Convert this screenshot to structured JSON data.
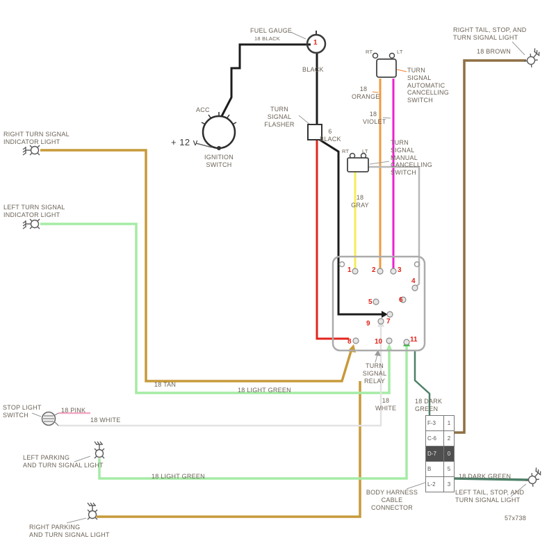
{
  "colors": {
    "black": "#1c1c1c",
    "red": "#e3241d",
    "yellow": "#f3ee55",
    "orange": "#f09a40",
    "violet": "#ee1fd3",
    "gray": "#b8b8b8",
    "brown": "#8f6f44",
    "tan": "#c79a3a",
    "light_green": "#a5eba5",
    "bright_green": "#46c24f",
    "dark_green": "#4d8068",
    "pink": "#f2a9c4",
    "white_wire": "#e2e2e2",
    "leader": "#9a9a9a",
    "leader_orange": "#f08030"
  },
  "labels": {
    "fuel_gauge": "FUEL GAUGE",
    "fuel_gauge_wire": "18 BLACK",
    "fuel_terminal": "1",
    "black_wire": "BLACK",
    "six_black": "6\nBLACK",
    "right_tail": "RIGHT TAIL, STOP, AND\nTURN SIGNAL LIGHT",
    "brown_wire": "18 BROWN",
    "auto_rt": "RT",
    "auto_lt": "LT",
    "auto_cancel": "TURN\nSIGNAL\nAUTOMATIC\nCANCELLING\nSWITCH",
    "orange_wire": "18\nORANGE",
    "violet_wire": "18\nVIOLET",
    "right_indicator": "RIGHT TURN SIGNAL\nINDICATOR LIGHT",
    "acc": "ACC",
    "plus12": "+ 12 v",
    "ignition": "IGNITION\nSWITCH",
    "flasher": "TURN SIGNAL\nFLASHER",
    "manual_rt": "RT",
    "manual_lt": "LT",
    "manual_cancel": "TURN\nSIGNAL\nMANUAL\nCANCELLING\nSWITCH",
    "gray_wire": "18\nGRAY",
    "left_indicator": "LEFT TURN SIGNAL\nINDICATOR LIGHT",
    "relay": "TURN\nSIGNAL\nRELAY",
    "tan_wire": "18 TAN",
    "light_green_mid": "18 LIGHT GREEN",
    "stop_switch": "STOP LIGHT\nSWITCH",
    "pink_wire": "18 PINK",
    "white_left": "18 WHITE",
    "white_mid": "18\nWHITE",
    "dark_green_top": "18 DARK\nGREEN",
    "left_parking": "LEFT PARKING\nAND TURN SIGNAL LIGHT",
    "light_green_bottom": "18 LIGHT GREEN",
    "dark_green_bottom": "18 DARK GREEN",
    "body_harness": "BODY HARNESS\nCABLE CONNECTOR",
    "left_tail": "LEFT TAIL, STOP, AND\nTURN SIGNAL LIGHT",
    "right_parking": "RIGHT PARKING\nAND TURN SIGNAL LIGHT",
    "figure_code": "57x738"
  },
  "relay": {
    "terminals": [
      "1",
      "2",
      "3",
      "4",
      "5",
      "6",
      "7",
      "8",
      "9",
      "10",
      "11"
    ]
  },
  "connector": {
    "rows": [
      {
        "code": "F-3",
        "num": "1"
      },
      {
        "code": "C-6",
        "num": "2"
      },
      {
        "code": "D-7",
        "num": "0"
      },
      {
        "code": "B",
        "num": "5"
      },
      {
        "code": "L-2",
        "num": "3"
      }
    ]
  }
}
